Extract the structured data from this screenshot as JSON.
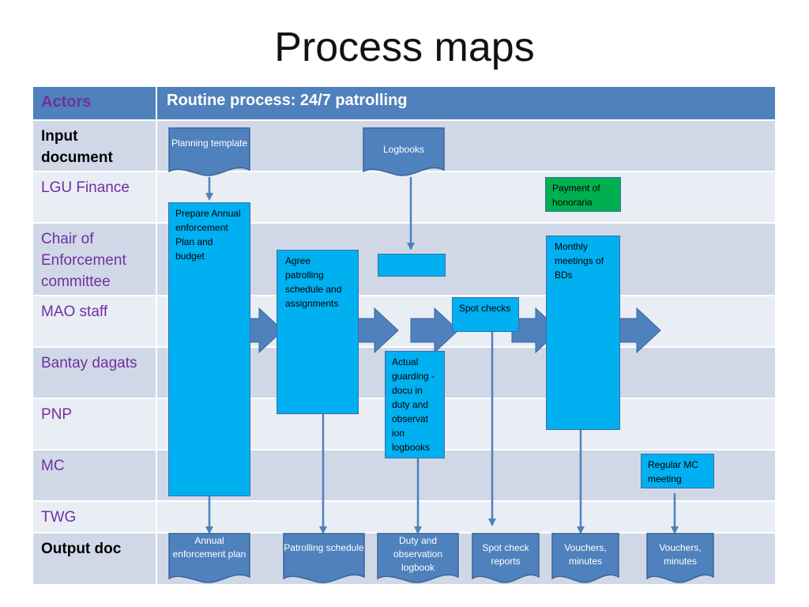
{
  "title": "Process maps",
  "header": {
    "actors_label": "Actors",
    "process_label": "Routine process:  24/7 patrolling"
  },
  "rows": [
    {
      "label": "Input document"
    },
    {
      "label": "LGU Finance"
    },
    {
      "label": "Chair of Enforcement committee"
    },
    {
      "label": "MAO staff"
    },
    {
      "label": "Bantay dagats"
    },
    {
      "label": "PNP"
    },
    {
      "label": "MC"
    },
    {
      "label": "TWG"
    },
    {
      "label": "Output doc"
    }
  ],
  "inputs": {
    "planning_template": "Planning template",
    "logbooks": "Logbooks"
  },
  "process": {
    "prepare_plan": "Prepare Annual enforcement Plan and budget",
    "agree_schedule": "Agree patrolling schedule and assignments",
    "actual_guarding": "Actual guarding -docu in duty and observat ion logbooks",
    "spot_checks": "Spot checks",
    "payment": "Payment of honoraria",
    "monthly_meetings": "Monthly meetings of BDs",
    "regular_mc": "Regular MC meeting"
  },
  "outputs": {
    "annual_plan": "Annual enforcement plan",
    "patrolling_schedule": "Patrolling schedule",
    "duty_logbook": "Duty and observation logbook",
    "spot_check_reports": "Spot check reports",
    "vouchers_1": "Vouchers, minutes",
    "vouchers_2": "Vouchers, minutes"
  },
  "colors": {
    "header_blue": "#4f81bd",
    "row_dark": "#d0d8e8",
    "row_light": "#e9edf4",
    "process_box": "#00b0f0",
    "payment_box": "#00b050",
    "document_shape": "#4f81bd",
    "actor_text": "#7030a0"
  }
}
